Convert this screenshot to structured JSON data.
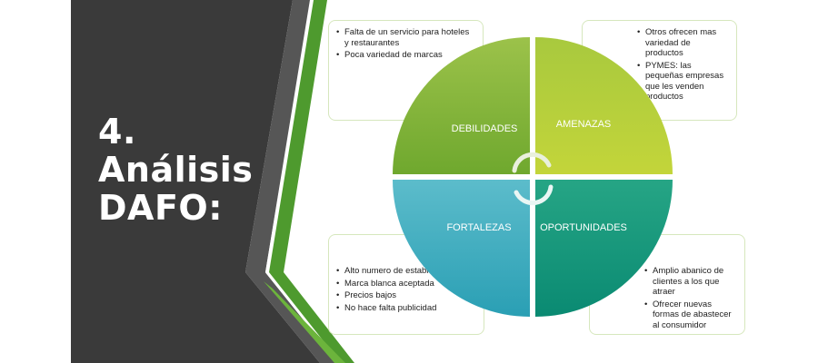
{
  "slide": {
    "title_lines": [
      "4.",
      "Análisis",
      "DAFO:"
    ]
  },
  "colors": {
    "background": "#ffffff",
    "side_panel": "#3a3a3a",
    "stripe_green": "#4e9a2e",
    "stripe_gray": "#5a5a5a",
    "debilidades": "#86b53a",
    "amenazas": "#b5cc3a",
    "fortalezas": "#3aa8b8",
    "oportunidades": "#14907a"
  },
  "quadrants": {
    "debilidades": {
      "label": "DEBILIDADES",
      "items": [
        "Falta de un servicio para hoteles y restaurantes",
        "Poca variedad de marcas"
      ]
    },
    "amenazas": {
      "label": "AMENAZAS",
      "items": [
        "Otros ofrecen mas variedad de productos",
        "PYMES: las pequeñas empresas que les venden productos"
      ]
    },
    "fortalezas": {
      "label": "FORTALEZAS",
      "items": [
        "Alto numero de establecimientos",
        "Marca blanca aceptada",
        "Precios bajos",
        "No hace falta publicidad"
      ]
    },
    "oportunidades": {
      "label": "OPORTUNIDADES",
      "items": [
        "Amplio abanico de clientes a los que atraer",
        "Ofrecer nuevas formas de abastecer al consumidor"
      ]
    }
  }
}
